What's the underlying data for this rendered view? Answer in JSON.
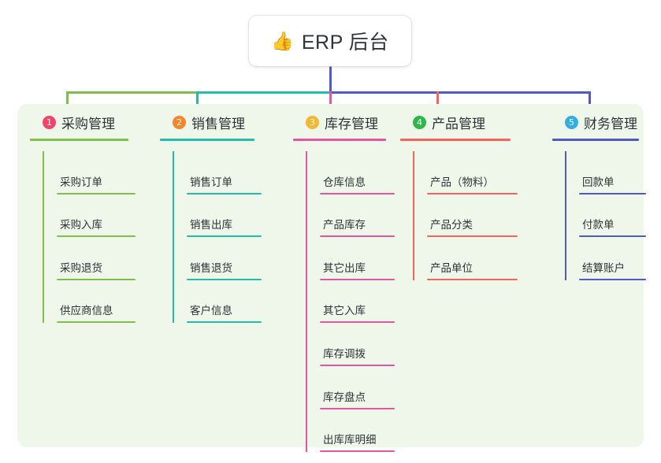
{
  "root": {
    "icon": "thumbs-up-icon",
    "icon_glyph": "👍",
    "title": "ERP 后台"
  },
  "palette": {
    "page_background": "#ffffff",
    "panel_background": "#eef7ea",
    "card_background": "#ffffff",
    "text": "#2f3338",
    "root_stem": "#5159c4"
  },
  "columns": [
    {
      "index": "1",
      "title": "采购管理",
      "badge_color": "#f2456a",
      "line_color": "#7fc04a",
      "items": [
        "采购订单",
        "采购入库",
        "采购退货",
        "供应商信息"
      ]
    },
    {
      "index": "2",
      "title": "销售管理",
      "badge_color": "#f5862e",
      "line_color": "#25bdaa",
      "items": [
        "销售订单",
        "销售出库",
        "销售退货",
        "客户信息"
      ]
    },
    {
      "index": "3",
      "title": "库存管理",
      "badge_color": "#f4b731",
      "line_color": "#e457a0",
      "items": [
        "仓库信息",
        "产品库存",
        "其它出库",
        "其它入库",
        "库存调拨",
        "库存盘点",
        "出库库明细"
      ]
    },
    {
      "index": "4",
      "title": "产品管理",
      "badge_color": "#2eb84a",
      "line_color": "#f4635c",
      "items": [
        "产品（物料）",
        "产品分类",
        "产品单位"
      ]
    },
    {
      "index": "5",
      "title": "财务管理",
      "badge_color": "#33aee5",
      "line_color": "#5159c4",
      "items": [
        "回款单",
        "付款单",
        "结算账户"
      ]
    }
  ]
}
